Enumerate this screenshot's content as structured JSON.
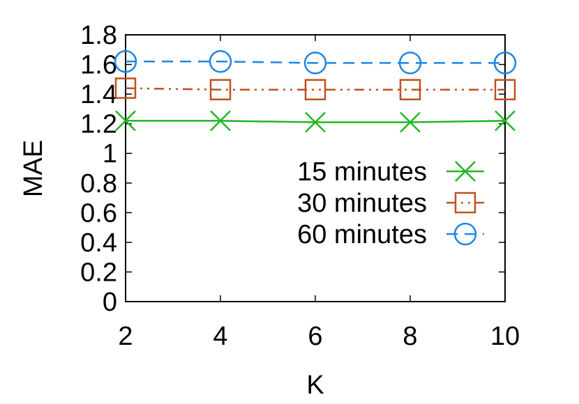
{
  "chart_data": {
    "type": "line",
    "xlabel": "K",
    "ylabel": "MAE",
    "x": [
      2,
      4,
      6,
      8,
      10
    ],
    "xlim": [
      2,
      10
    ],
    "ylim": [
      0,
      1.8
    ],
    "xticks": [
      "2",
      "4",
      "6",
      "8",
      "10"
    ],
    "yticks": [
      "0",
      "0.2",
      "0.4",
      "0.6",
      "0.8",
      "1",
      "1.2",
      "1.4",
      "1.6",
      "1.8"
    ],
    "grid": false,
    "legend_position": "right-center",
    "series": [
      {
        "name": "15 minutes",
        "values": [
          1.22,
          1.22,
          1.21,
          1.21,
          1.22
        ],
        "color": "#22b522",
        "marker": "x",
        "line": "solid"
      },
      {
        "name": "30 minutes",
        "values": [
          1.44,
          1.43,
          1.43,
          1.43,
          1.43
        ],
        "color": "#c0501c",
        "marker": "square",
        "line": "dash-dot-dot"
      },
      {
        "name": "60 minutes",
        "values": [
          1.62,
          1.62,
          1.61,
          1.61,
          1.61
        ],
        "color": "#1a86e8",
        "marker": "circle",
        "line": "dashed"
      }
    ]
  }
}
